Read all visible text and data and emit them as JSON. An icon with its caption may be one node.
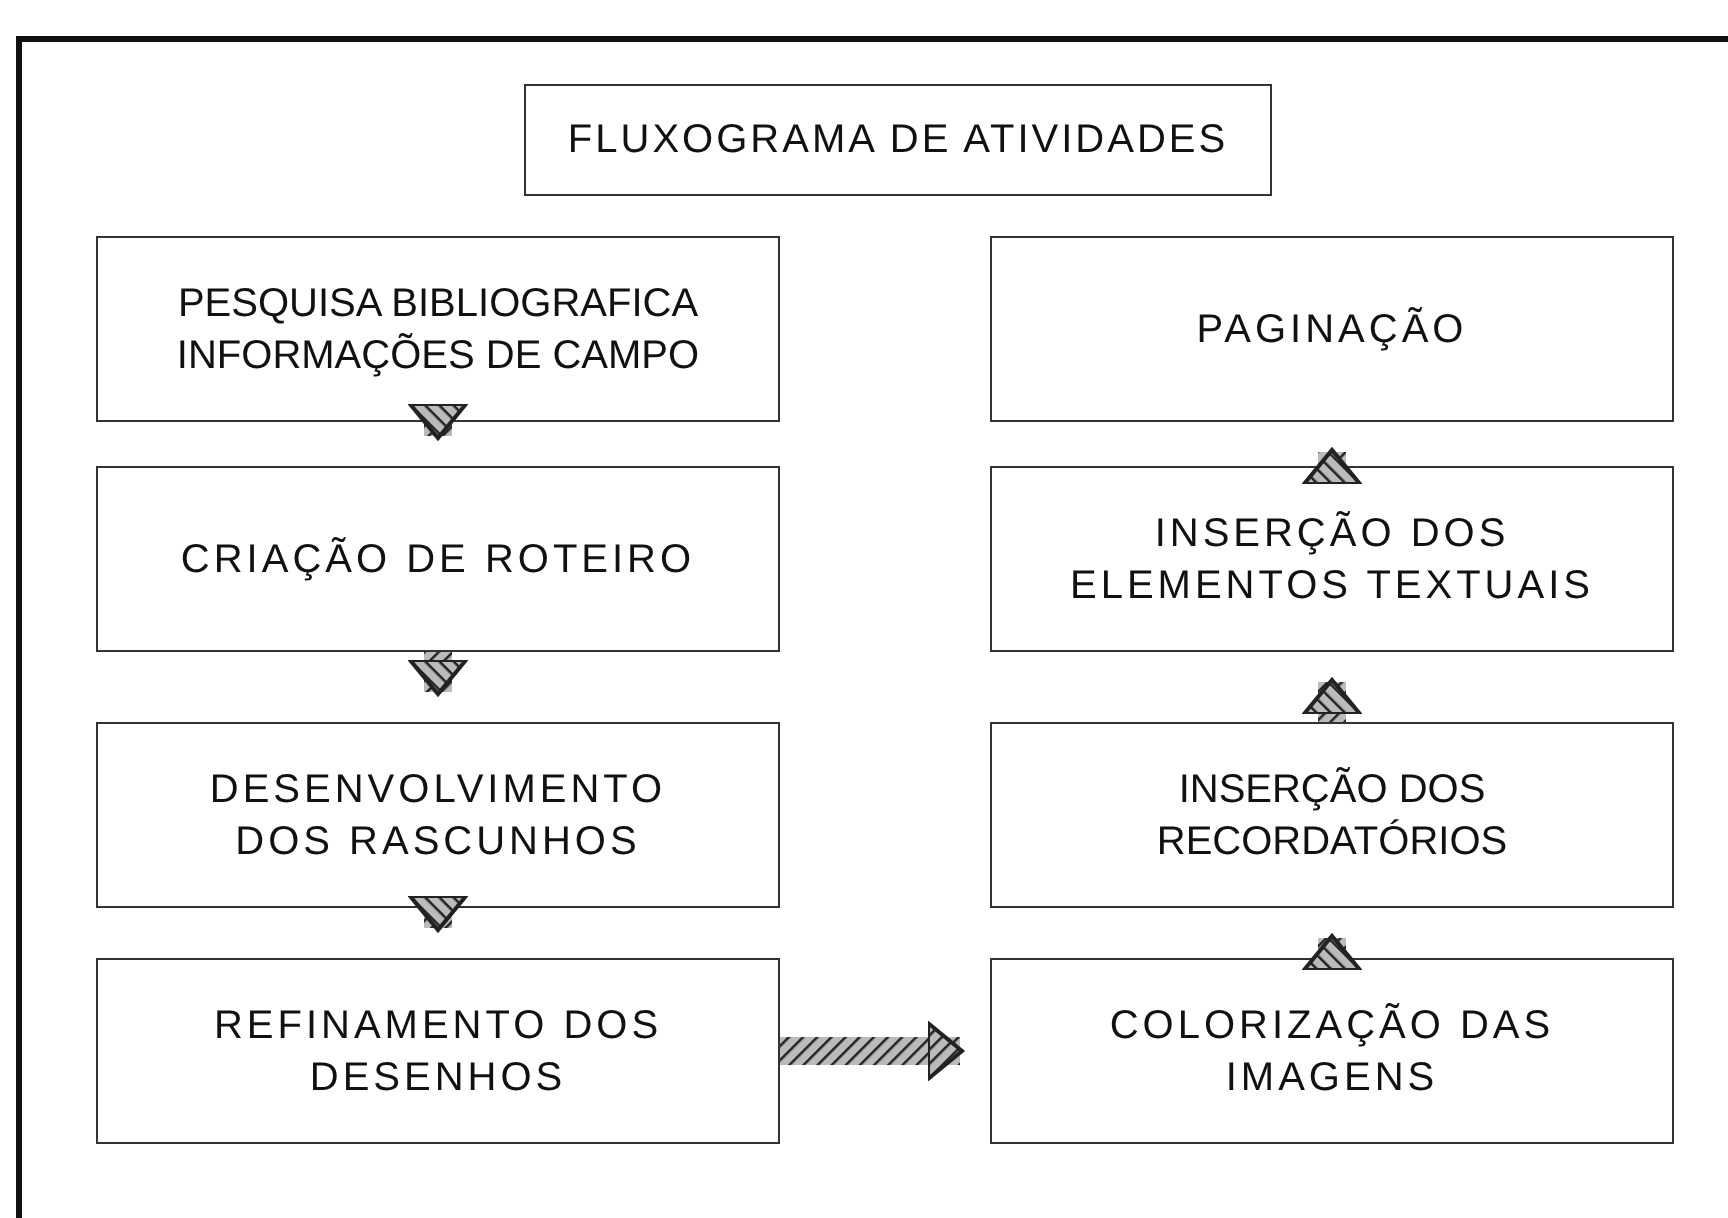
{
  "diagram": {
    "title": "FLUXOGRAMA DE ATIVIDADES",
    "nodes": [
      {
        "text": [
          "PESQUISA BIBLIOGRAFICA INFORMAÇÕES DE CAMPO"
        ]
      },
      {
        "text": [
          "CRIAÇÃO DE ROTEIRO"
        ]
      },
      {
        "text": [
          "DESENVOLVIMENTO DOS RASCUNHOS"
        ]
      },
      {
        "text": [
          "REFINAMENTO DOS DESENHOS"
        ]
      },
      {
        "text": [
          "COLORIZAÇÃO DAS IMAGENS"
        ]
      },
      {
        "text": [
          "INSERÇÃO DOS RECORDATÓRIOS"
        ]
      },
      {
        "text": [
          "INSERÇÃO DOS ELEMENTOS TEXTUAIS"
        ]
      },
      {
        "text": [
          "PAGINAÇÃO"
        ]
      }
    ],
    "edges": [
      {
        "from": 0,
        "to": 1,
        "arrow": "to"
      },
      {
        "from": 1,
        "to": 2,
        "arrow": "to"
      },
      {
        "from": 2,
        "to": 3,
        "arrow": "to"
      },
      {
        "from": 3,
        "to": 4,
        "arrow": "to"
      },
      {
        "from": 4,
        "to": 5,
        "arrow": "to"
      },
      {
        "from": 5,
        "to": 6,
        "arrow": "to"
      },
      {
        "from": 6,
        "to": 7,
        "arrow": "to"
      }
    ]
  }
}
